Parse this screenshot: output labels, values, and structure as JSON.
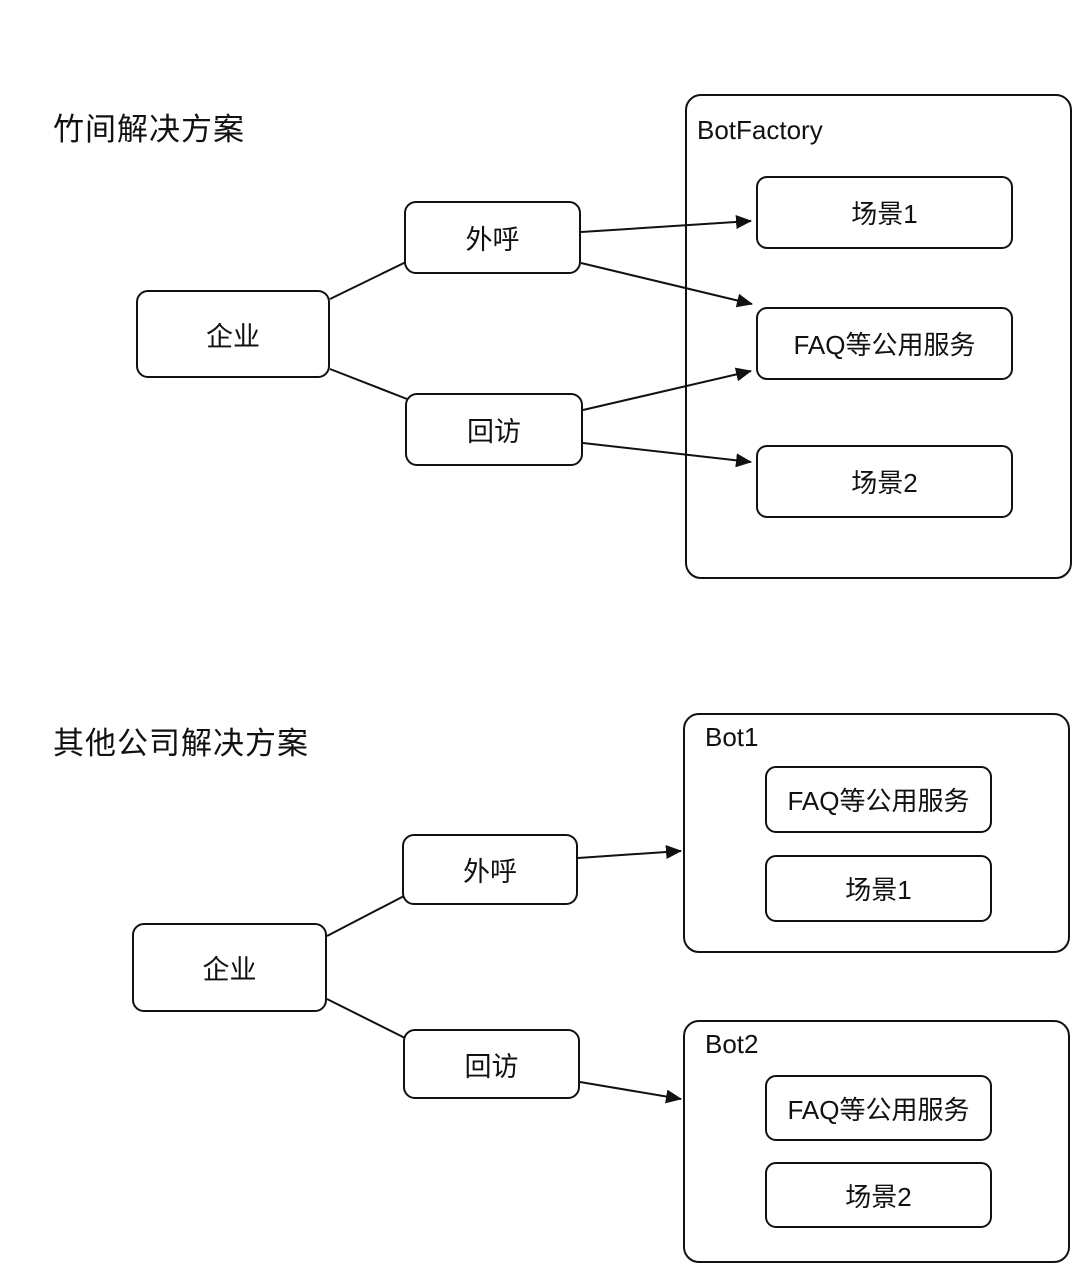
{
  "colors": {
    "background": "#ffffff",
    "stroke": "#111111",
    "text": "#111111"
  },
  "sections": [
    {
      "title": "竹间解决方案",
      "enterprise": "企业",
      "outbound": "外呼",
      "revisit": "回访",
      "factory": {
        "label": "BotFactory",
        "items": [
          "场景1",
          "FAQ等公用服务",
          "场景2"
        ]
      }
    },
    {
      "title": "其他公司解决方案",
      "enterprise": "企业",
      "outbound": "外呼",
      "revisit": "回访",
      "bots": [
        {
          "label": "Bot1",
          "items": [
            "FAQ等公用服务",
            "场景1"
          ]
        },
        {
          "label": "Bot2",
          "items": [
            "FAQ等公用服务",
            "场景2"
          ]
        }
      ]
    }
  ]
}
